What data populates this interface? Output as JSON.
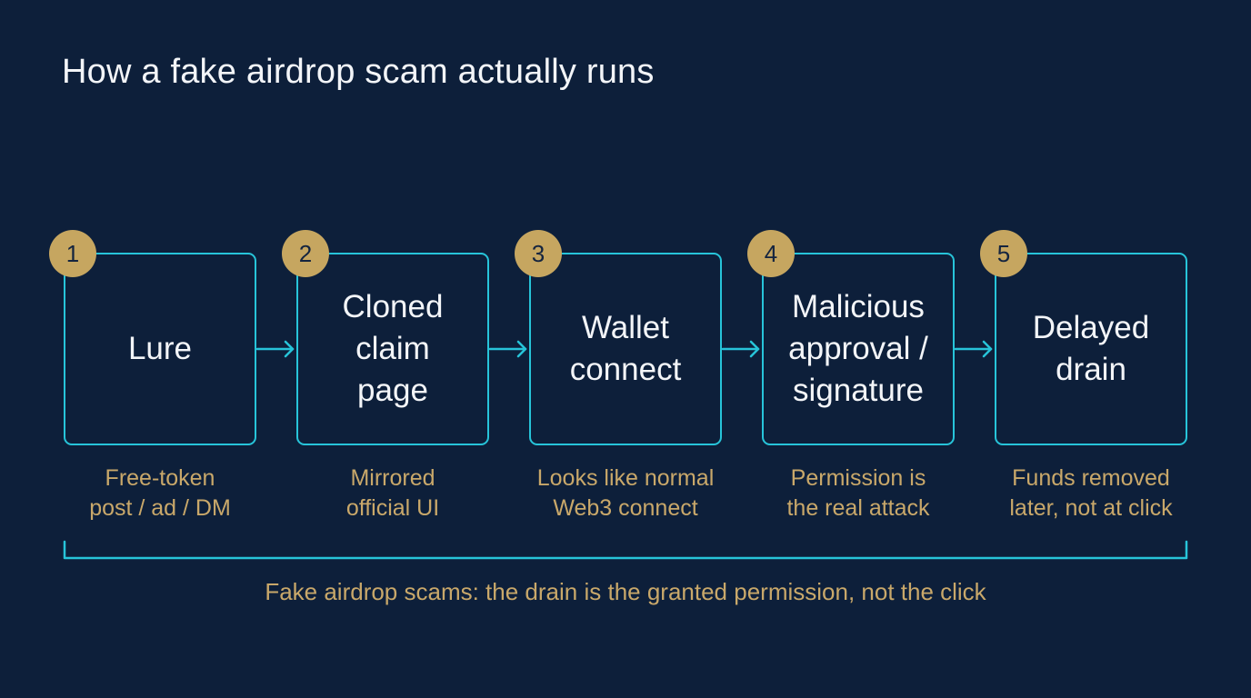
{
  "title": "How a fake airdrop scam actually runs",
  "steps": [
    {
      "number": "1",
      "label": "Lure",
      "caption": "Free-token\npost / ad / DM"
    },
    {
      "number": "2",
      "label": "Cloned\nclaim\npage",
      "caption": "Mirrored\nofficial UI"
    },
    {
      "number": "3",
      "label": "Wallet\nconnect",
      "caption": "Looks like normal\nWeb3 connect"
    },
    {
      "number": "4",
      "label": "Malicious\napproval /\nsignature",
      "caption": "Permission is\nthe real attack"
    },
    {
      "number": "5",
      "label": "Delayed\ndrain",
      "caption": "Funds removed\nlater, not at click"
    }
  ],
  "footer": "Fake airdrop scams: the drain is the granted permission, not the click",
  "colors": {
    "background": "#0d1f3a",
    "accent": "#27c4d9",
    "badge": "#c6a660",
    "caption": "#c9a86a",
    "text": "#f3f5f8"
  }
}
